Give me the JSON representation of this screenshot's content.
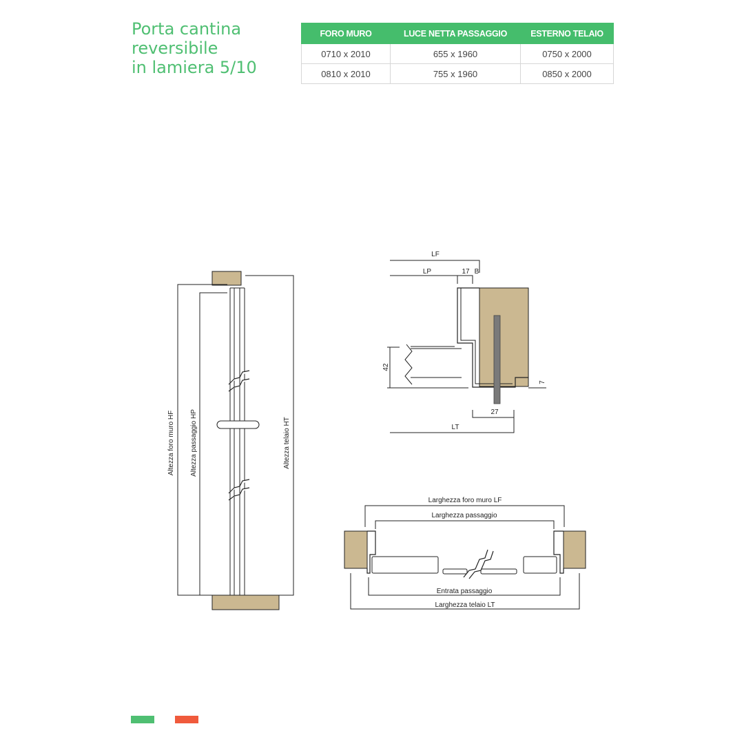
{
  "title": {
    "line1": "Porta cantina",
    "line2": "reversibile",
    "line3": "in lamiera 5/10"
  },
  "table": {
    "headers": [
      "FORO MURO",
      "LUCE NETTA PASSAGGIO",
      "ESTERNO TELAIO"
    ],
    "rows": [
      [
        "0710 x 2010",
        "655 x 1960",
        "0750 x 2000"
      ],
      [
        "0810 x 2010",
        "755 x 1960",
        "0850 x 2000"
      ]
    ]
  },
  "side_view": {
    "hf_label": "Altezza foro muro HF",
    "hp_label": "Altezza passaggio HP",
    "ht_label": "Altezza telaio HT"
  },
  "section_detail": {
    "lf": "LF",
    "lp": "LP",
    "dim_17": "17",
    "b": "B",
    "dim_42": "42",
    "dim_7": "7",
    "dim_27": "27",
    "lt": "LT"
  },
  "plan_view": {
    "lf_label": "Larghezza foro muro LF",
    "passage_label": "Larghezza passaggio",
    "entrance_label": "Entrata passaggio",
    "lt_label": "Larghezza telaio LT"
  },
  "colors": {
    "green": "#4fbf72",
    "header_green": "#45bd6c",
    "tan": "#cbb891",
    "red": "#f05a3c",
    "steel": "#7a7a7a"
  }
}
